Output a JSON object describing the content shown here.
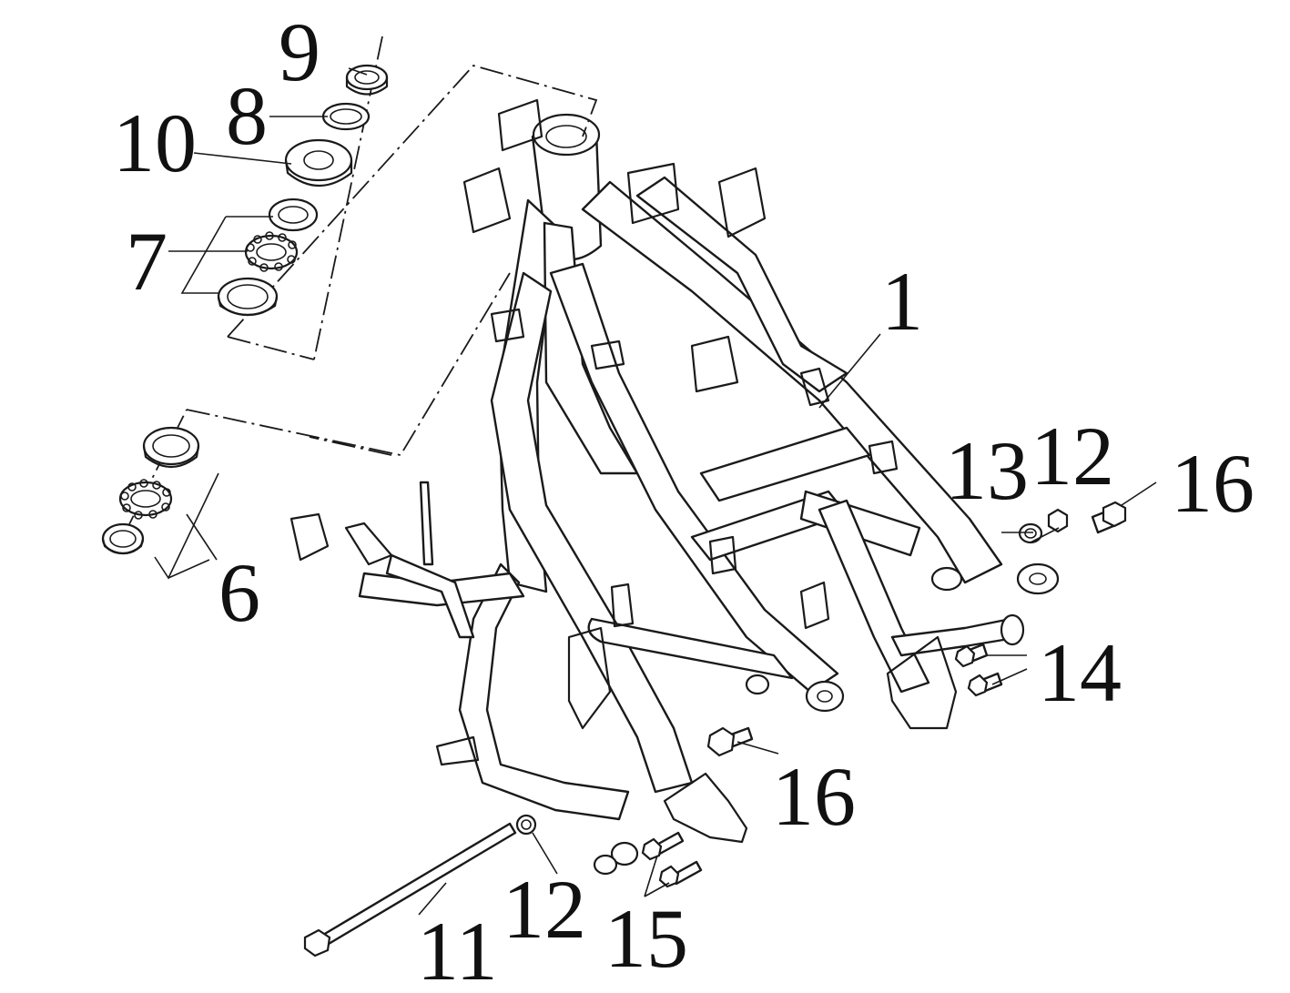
{
  "figure": {
    "labels": [
      {
        "id": "part-1",
        "text": "1"
      },
      {
        "id": "part-6",
        "text": "6"
      },
      {
        "id": "part-7",
        "text": "7"
      },
      {
        "id": "part-8",
        "text": "8"
      },
      {
        "id": "part-9",
        "text": "9"
      },
      {
        "id": "part-10",
        "text": "10"
      },
      {
        "id": "part-11",
        "text": "11"
      },
      {
        "id": "part-12-bottom",
        "text": "12"
      },
      {
        "id": "part-12-right",
        "text": "12"
      },
      {
        "id": "part-13",
        "text": "13"
      },
      {
        "id": "part-14",
        "text": "14"
      },
      {
        "id": "part-15",
        "text": "15"
      },
      {
        "id": "part-16-right",
        "text": "16"
      },
      {
        "id": "part-16-mid",
        "text": "16"
      }
    ]
  }
}
